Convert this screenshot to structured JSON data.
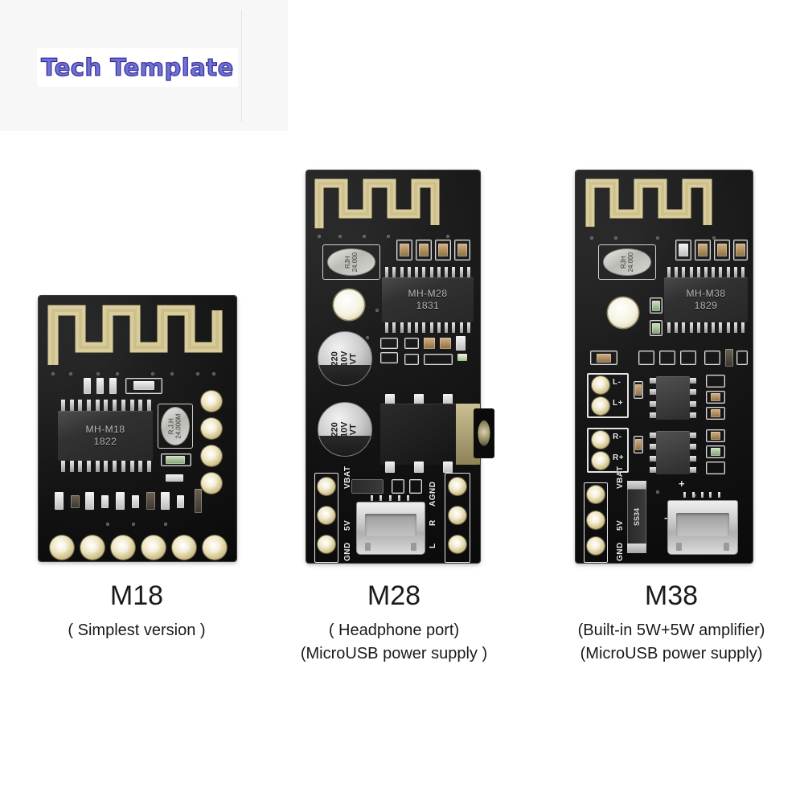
{
  "watermark": {
    "text": "Tech Template",
    "color": "#6f73d6",
    "outline": "#3b329c"
  },
  "page": {
    "background": "#ffffff"
  },
  "products": [
    {
      "id": "m18",
      "title": "M18",
      "subtitle_lines": [
        "( Simplest version )"
      ],
      "board": {
        "main_ic": {
          "line1": "MH-M18",
          "line2": "1822"
        },
        "crystal": {
          "line1": "R.J.H",
          "line2": "24.000M"
        },
        "silkscreen": [],
        "gold_pads_bottom": 6,
        "gold_pads_right": 4
      }
    },
    {
      "id": "m28",
      "title": "M28",
      "subtitle_lines": [
        "( Headphone port)",
        "(MicroUSB power supply )"
      ],
      "board": {
        "main_ic": {
          "line1": "MH-M28",
          "line2": "1831"
        },
        "crystal": {
          "line1": "RJH",
          "line2": "24.000"
        },
        "capacitors": [
          {
            "line1": "220",
            "line2": "10V",
            "line3": "VT"
          },
          {
            "line1": "220",
            "line2": "10V",
            "line3": "VT"
          }
        ],
        "silkscreen": [
          "VBAT",
          "5V",
          "GND",
          "L",
          "R",
          "AGND"
        ],
        "connectors": [
          "micro-usb",
          "headphone-jack-3.5mm"
        ]
      }
    },
    {
      "id": "m38",
      "title": "M38",
      "subtitle_lines": [
        "(Built-in 5W+5W amplifier)",
        "(MicroUSB power supply)"
      ],
      "board": {
        "main_ic": {
          "line1": "MH-M38",
          "line2": "1829"
        },
        "crystal": {
          "line1": "RJH",
          "line2": "24.000"
        },
        "diode": {
          "label": "SS34"
        },
        "silkscreen": [
          "L-",
          "L+",
          "R-",
          "R+",
          "VBAT",
          "5V",
          "GND",
          "+",
          "-"
        ],
        "connectors": [
          "micro-usb"
        ],
        "amplifier_ics": 2
      }
    }
  ]
}
